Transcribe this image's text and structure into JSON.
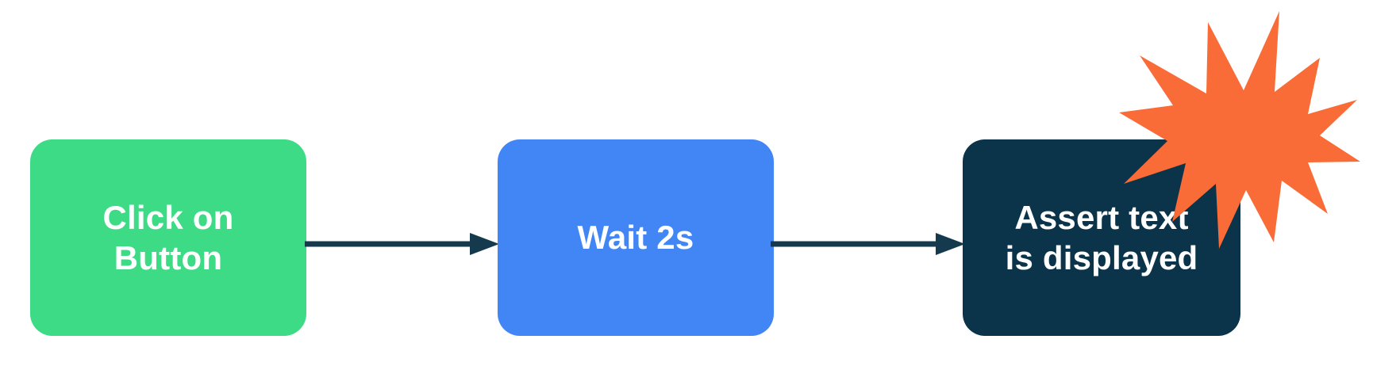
{
  "diagram": {
    "type": "flowchart",
    "orientation": "left-to-right",
    "background_color": "#FFFFFF",
    "nodes": [
      {
        "id": "click",
        "label": "Click on\nButton",
        "shape": "rounded-rectangle",
        "fill_color": "#3DDB85",
        "text_color": "#FFFFFF"
      },
      {
        "id": "wait",
        "label": "Wait 2s",
        "shape": "rounded-rectangle",
        "fill_color": "#4285F4",
        "text_color": "#FFFFFF"
      },
      {
        "id": "assert",
        "label": "Assert text\nis displayed",
        "shape": "rounded-rectangle",
        "fill_color": "#0B3349",
        "text_color": "#FFFFFF"
      }
    ],
    "edges": [
      {
        "id": "edge-click-wait",
        "from": "click",
        "to": "wait",
        "style": "solid-arrow",
        "color": "#153A4D"
      },
      {
        "id": "edge-wait-assert",
        "from": "wait",
        "to": "assert",
        "style": "solid-arrow",
        "color": "#153A4D"
      }
    ],
    "decorations": [
      {
        "id": "burst",
        "name": "starburst",
        "shape": "star-burst",
        "fill_color": "#F96C38",
        "attached_to": "assert"
      }
    ]
  }
}
